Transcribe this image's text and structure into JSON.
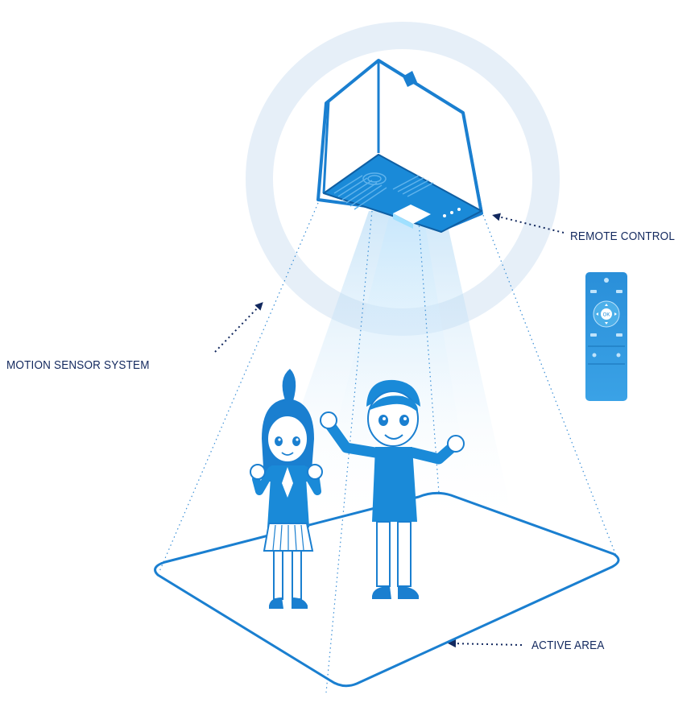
{
  "labels": {
    "remote_control": "REMOTE CONTROL",
    "motion_sensor_system": "MOTION SENSOR SYSTEM",
    "active_area": "ACTIVE AREA"
  },
  "remote_buttons": {
    "ok": "OK"
  },
  "colors": {
    "primary_blue": "#1a8ad8",
    "dark_blue": "#0f5fa3",
    "light_blue": "#a9d8f5",
    "halo": "#e9f1f8",
    "label_text": "#12285e",
    "arrow": "#12285e"
  },
  "icons": [
    "projector-device",
    "remote-control",
    "ring-halo",
    "light-beam",
    "girl-figure",
    "boy-figure",
    "active-area-mat",
    "arrow-icon"
  ]
}
